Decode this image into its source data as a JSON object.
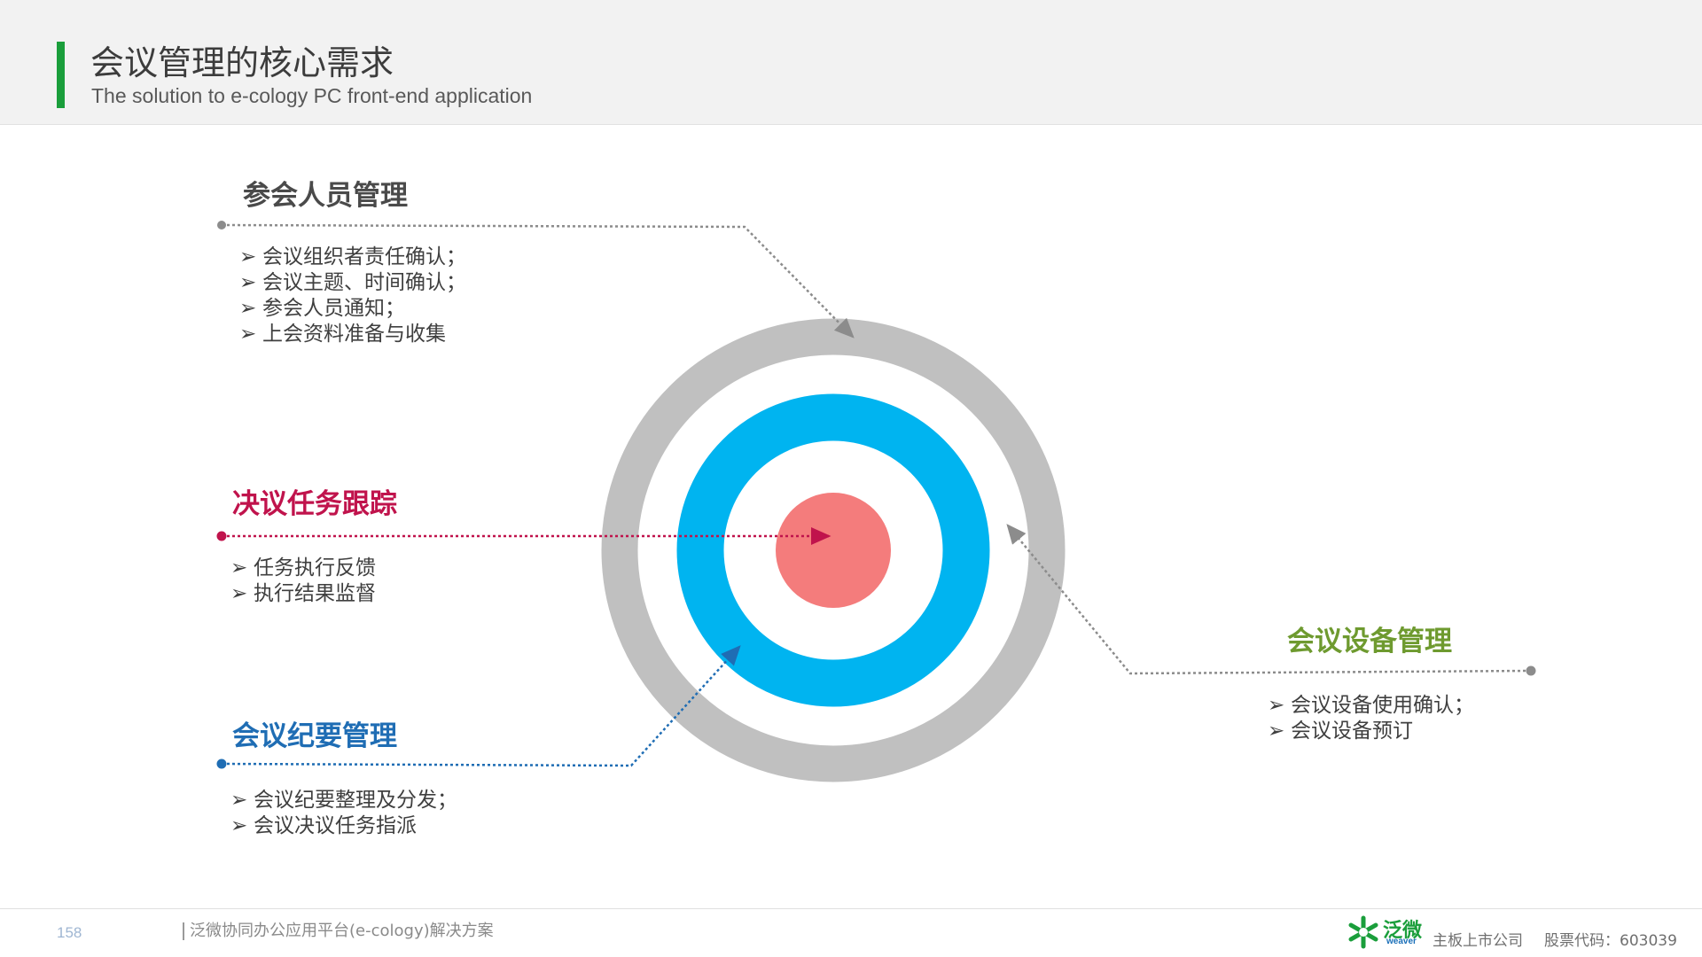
{
  "header": {
    "title": "会议管理的核心需求",
    "subtitle": "The solution to e-cology PC front-end application"
  },
  "colors": {
    "accent_green": "#1a9e3b",
    "outer_ring": "#c0c0c0",
    "middle_ring": "#00b4f0",
    "bullseye": "#f47c7c",
    "attendee_title": "#4a4a4a",
    "resolution_title": "#c0134c",
    "minutes_title": "#1f6db4",
    "equipment_title": "#6e9a2f"
  },
  "sections": {
    "attendees": {
      "title": "参会人员管理",
      "items": [
        "会议组织者责任确认；",
        "会议主题、时间确认；",
        "参会人员通知；",
        "上会资料准备与收集"
      ]
    },
    "resolution": {
      "title": "决议任务跟踪",
      "items": [
        "任务执行反馈",
        "执行结果监督"
      ]
    },
    "minutes": {
      "title": "会议纪要管理",
      "items": [
        "会议纪要整理及分发；",
        "会议决议任务指派"
      ]
    },
    "equipment": {
      "title": "会议设备管理",
      "items": [
        "会议设备使用确认；",
        "会议设备预订"
      ]
    }
  },
  "bullet_marker": "➢",
  "footer": {
    "page_number": "158",
    "text": "泛微协同办公应用平台(e-cology)解决方案",
    "logo_main": "泛微",
    "logo_sub": "weaver",
    "company": "主板上市公司",
    "stock": "股票代码：603039"
  }
}
